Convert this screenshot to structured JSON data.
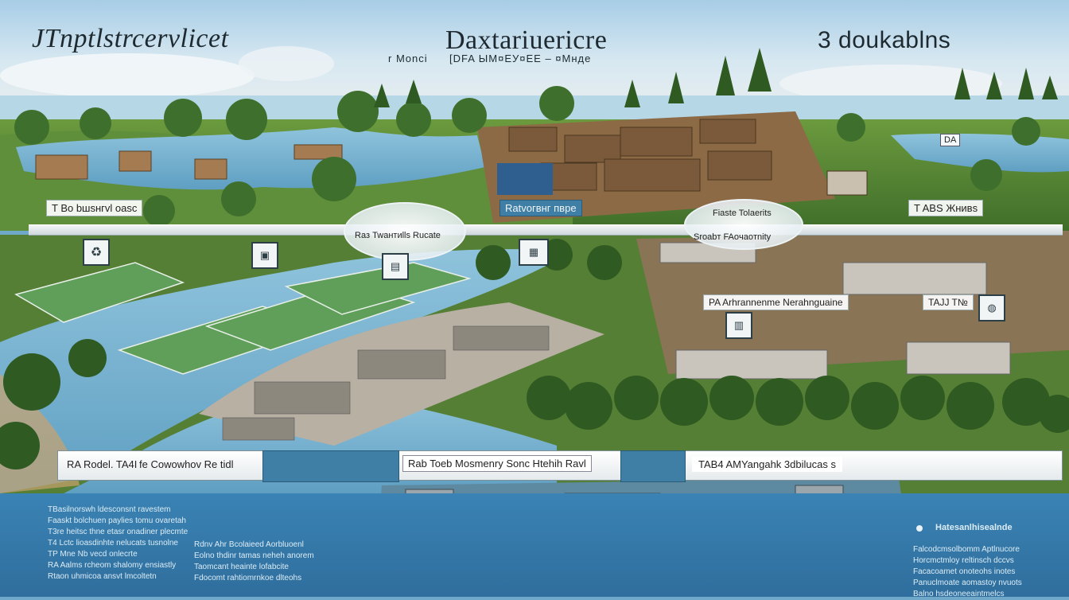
{
  "header": {
    "title_left": "JTnptlstrcervlicet",
    "title_center": "Daxtariuericre",
    "title_right": "3 doukablns",
    "subtitle_left": "r Monci",
    "subtitle_center": "[DFA ЫМ¤ЕУ¤ЕЕ – ¤Мнде"
  },
  "labels": {
    "upper_left": "T Bo bшsнгvl  oasc",
    "center_chip": "Ratvoгвнг  пвре",
    "oval_left": "Raз Twaнтиlls  Rucate",
    "oval_right_top": "Fiaste  Tolaerits",
    "oval_right_bottom": "Sroabт FAoчaoтnity",
    "upper_right": "T ABS  Жнивs",
    "mid_center": "PA Arhrannenme  Nerahnguaine",
    "mid_right": "TAJJ T№",
    "top_right_sign": "DA"
  },
  "banner": {
    "segment_1": "RA Rodel.  TA4I fe  Cowowhov  Re  tidl",
    "segment_2": "Rab  Toeb  Mosmenry  Sonc  Htehih  Ravl",
    "segment_3": "TAB4  AMYangahk  3dbilucas  s"
  },
  "panel": {
    "col1": "TBasilnorswh  ldesconsnt ravestem\nFaaskt bolchuen paylies tomu ovaretah\nT3re heitsc thne etasr onadiner plecmte\nT4 Lctc lioasdinhte nelucats tusnolne\nTP Mne  Nb  vecd onlecrte\nRA  Aalms rcheom shalomy ensiastly\nRtaon  uhmicoa ansvt lmcoltetn",
    "col2": "Rdnv  Ahr  Bcolaieed  Aorbluoenl\nEolno thdinr tamas neheh anorem\nTaomcant  heainte lofabcite\nFdocomt  rahtiomrnkoe dlteohs",
    "right_heading": "Hatesanlhisealnde",
    "right_text": "Falcodcmsolbomm  Aptlnucore\nHorcmctmloy reltinsch dccvs\nFacacoamet onoteohs inotes\nPanuclmoate aomastoy nvuots\nBalno hsdeoneeaintmelcs"
  },
  "colors": {
    "water": "#6fa8c8",
    "grass": "#5b8f3a",
    "panel": "#3a83b4",
    "soil": "#a57c52"
  }
}
